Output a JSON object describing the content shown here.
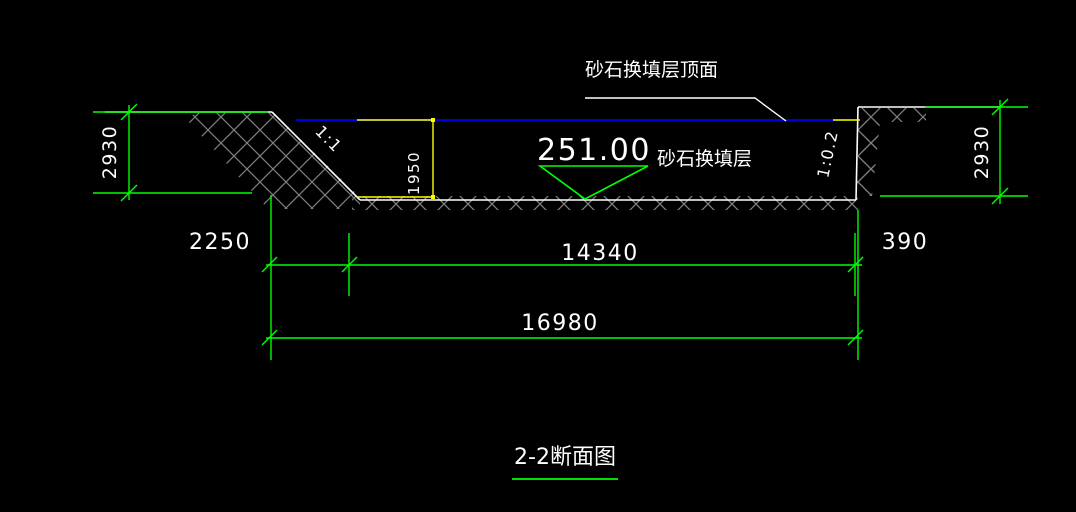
{
  "drawing": {
    "title": "2-2断面图",
    "background_color": "#000000",
    "colors": {
      "outline": "#ffffff",
      "hatch": "#808080",
      "dimension": "#00ff00",
      "water_line": "#0000ff",
      "depth_dim": "#ffff00",
      "elevation_marker": "#00ff00",
      "text": "#ffffff"
    }
  },
  "labels": {
    "top_layer": "砂石换填层顶面",
    "fill_layer": "砂石换填层",
    "elevation": "251.00"
  },
  "slopes": {
    "left": "1:1",
    "right": "1:0.2"
  },
  "dimensions": {
    "left_height": "2930",
    "right_height": "2930",
    "left_offset": "2250",
    "right_offset": "390",
    "depth": "1950",
    "bottom_width": "14340",
    "total_width": "16980"
  }
}
